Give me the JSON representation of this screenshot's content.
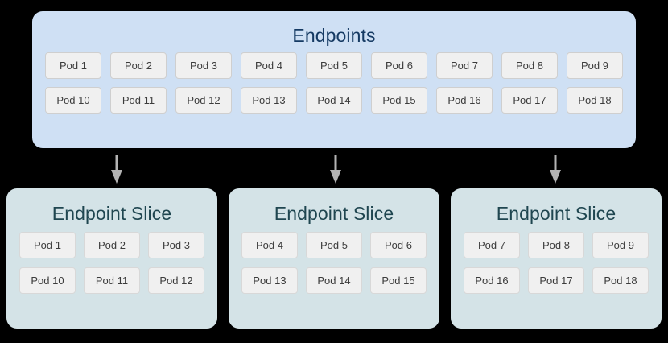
{
  "colors": {
    "background": "#000000",
    "endpoints_panel_fill": "#cfe0f4",
    "endpoints_title_text": "#153a63",
    "slice_panel_fill": "#d4e3e7",
    "slice_title_text": "#1f4650",
    "pod_chip_fill": "#f0f0f0",
    "pod_chip_border": "#cfcfcf",
    "pod_chip_text": "#3c3c3c",
    "arrow": "#b3b3b3"
  },
  "endpoints": {
    "title": "Endpoints",
    "rows": [
      [
        "Pod 1",
        "Pod 2",
        "Pod 3",
        "Pod 4",
        "Pod 5",
        "Pod 6",
        "Pod 7",
        "Pod 8",
        "Pod 9"
      ],
      [
        "Pod 10",
        "Pod 11",
        "Pod 12",
        "Pod 13",
        "Pod 14",
        "Pod 15",
        "Pod 16",
        "Pod 17",
        "Pod 18"
      ]
    ]
  },
  "arrows": [
    {
      "name": "arrow-to-slice-1"
    },
    {
      "name": "arrow-to-slice-2"
    },
    {
      "name": "arrow-to-slice-3"
    }
  ],
  "slices": [
    {
      "title": "Endpoint Slice",
      "rows": [
        [
          "Pod 1",
          "Pod 2",
          "Pod 3"
        ],
        [
          "Pod 10",
          "Pod 11",
          "Pod 12"
        ]
      ]
    },
    {
      "title": "Endpoint Slice",
      "rows": [
        [
          "Pod 4",
          "Pod 5",
          "Pod 6"
        ],
        [
          "Pod 13",
          "Pod 14",
          "Pod 15"
        ]
      ]
    },
    {
      "title": "Endpoint Slice",
      "rows": [
        [
          "Pod 7",
          "Pod 8",
          "Pod 9"
        ],
        [
          "Pod 16",
          "Pod 17",
          "Pod 18"
        ]
      ]
    }
  ]
}
